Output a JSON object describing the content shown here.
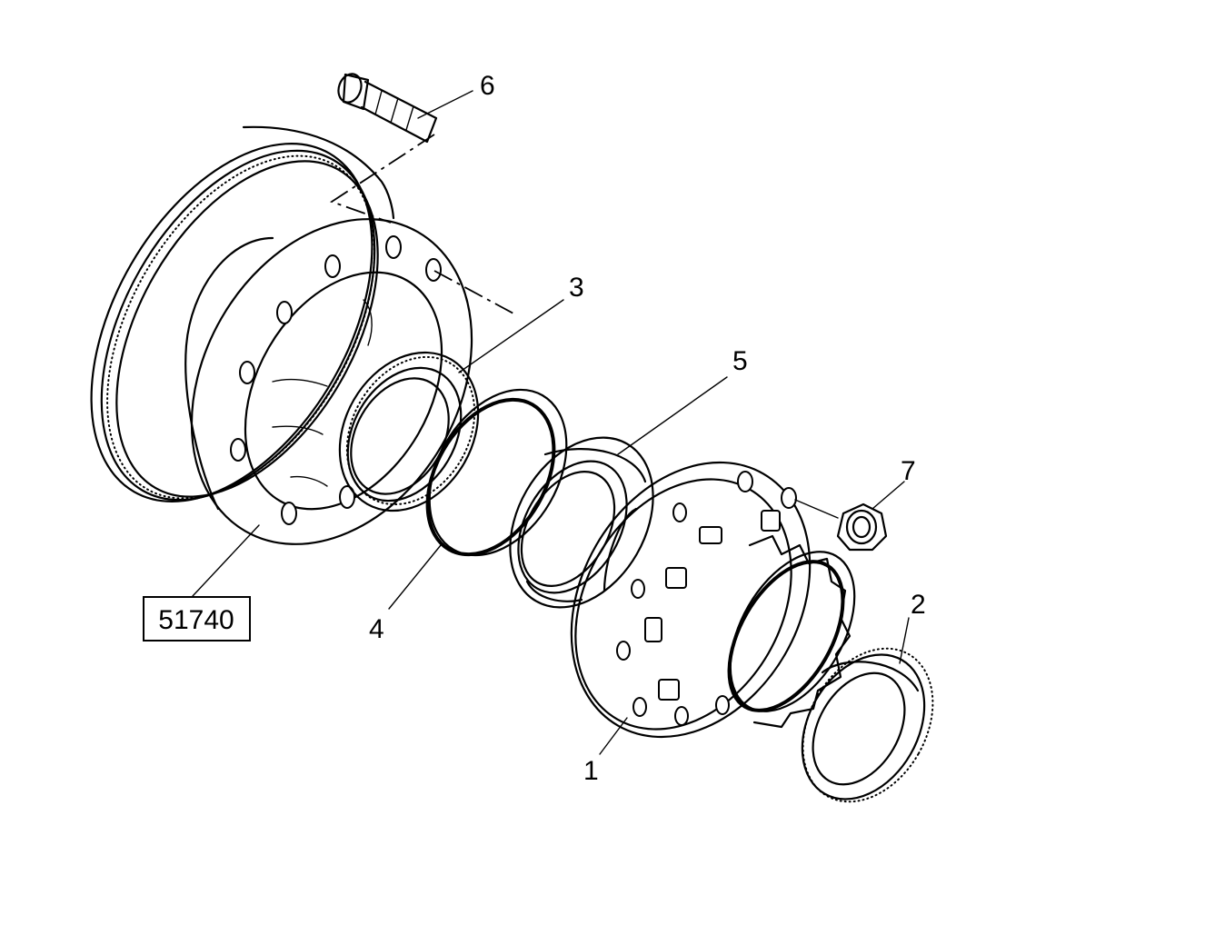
{
  "drawing_ref": "51740",
  "callouts": [
    {
      "id": "1",
      "label": "1"
    },
    {
      "id": "2",
      "label": "2"
    },
    {
      "id": "3",
      "label": "3"
    },
    {
      "id": "4",
      "label": "4"
    },
    {
      "id": "5",
      "label": "5"
    },
    {
      "id": "6",
      "label": "6"
    },
    {
      "id": "7",
      "label": "7"
    }
  ]
}
